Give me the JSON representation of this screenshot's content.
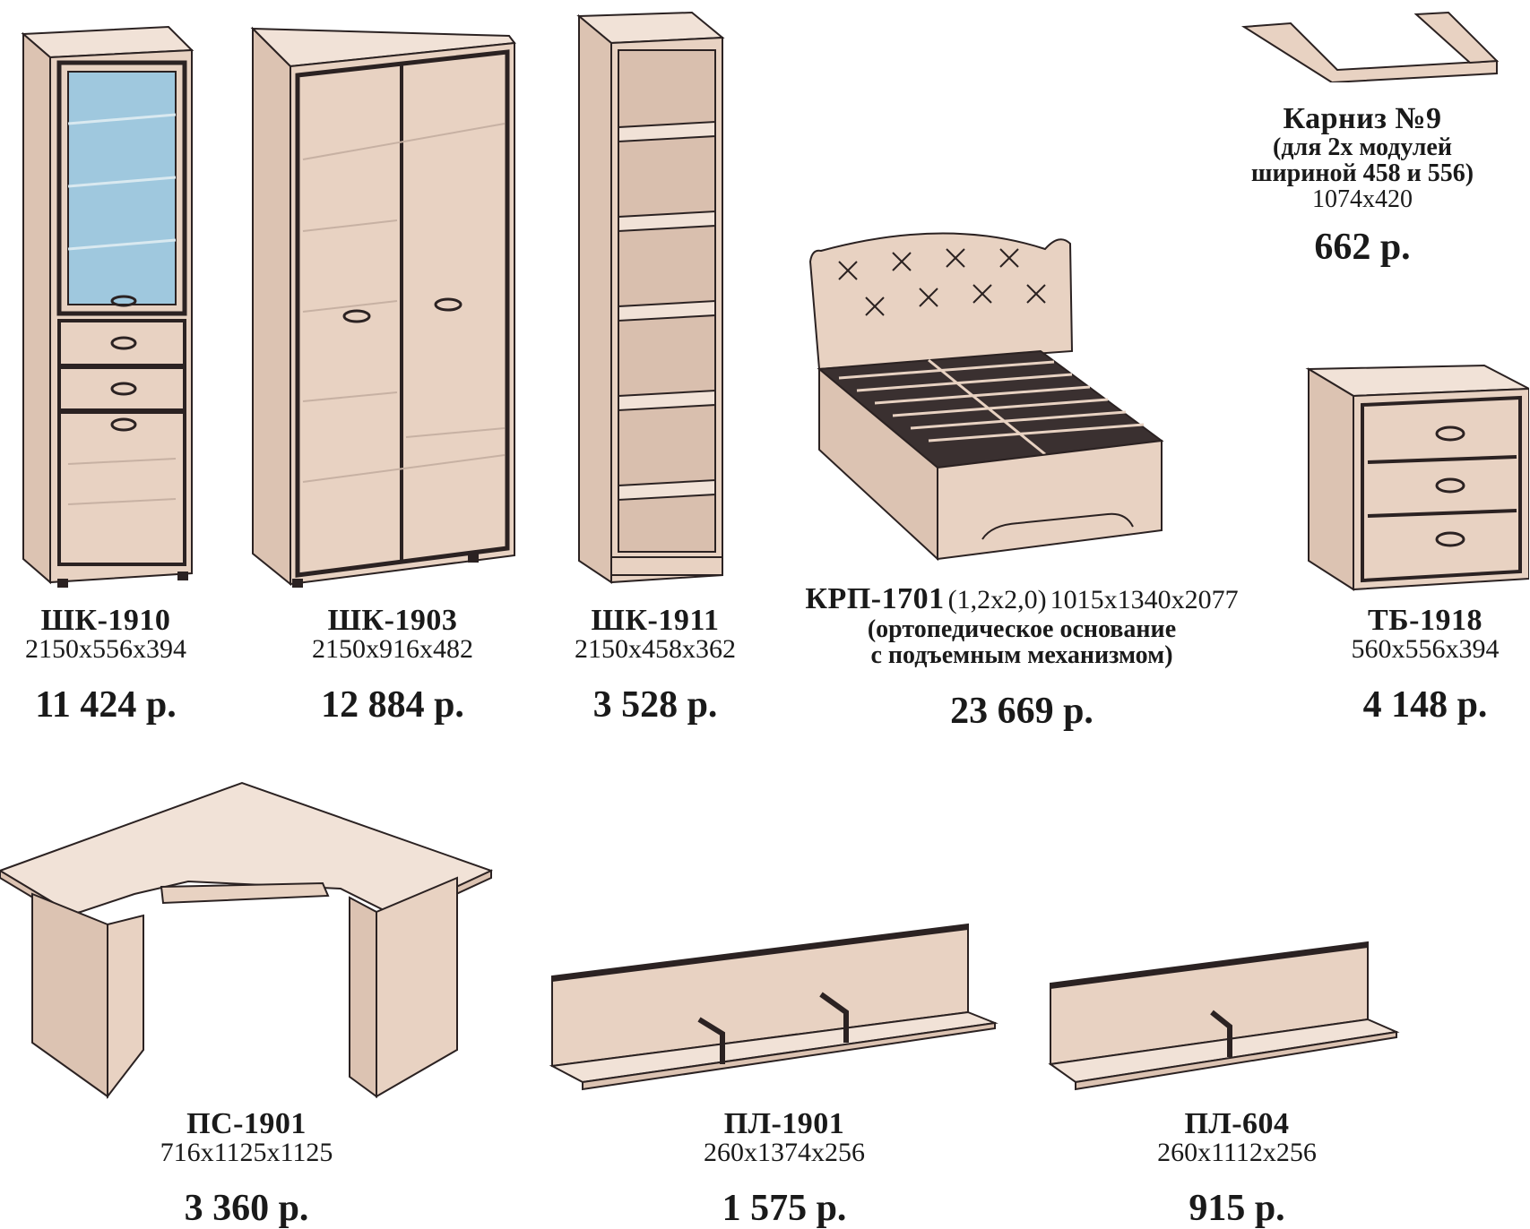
{
  "items": [
    {
      "code": "ШК-1910",
      "dims": "2150х556х394",
      "price": "11 424 р."
    },
    {
      "code": "ШК-1903",
      "dims": "2150х916х482",
      "price": "12 884 р."
    },
    {
      "code": "ШК-1911",
      "dims": "2150х458х362",
      "price": "3 528 р."
    },
    {
      "code": "КРП-1701",
      "size": "(1,2х2,0)",
      "dims": "1015х1340х2077",
      "note1": "(ортопедическое основание",
      "note2": "с подъемным механизмом)",
      "price": "23 669 р."
    },
    {
      "code": "ТБ-1918",
      "dims": "560х556х394",
      "price": "4 148 р."
    },
    {
      "code": "Карниз №9",
      "note1": "(для 2х модулей",
      "note2": "шириной 458 и 556)",
      "dims": "1074х420",
      "price": "662 р."
    },
    {
      "code": "ПС-1901",
      "dims": "716х1125х1125",
      "price": "3 360 р."
    },
    {
      "code": "ПЛ-1901",
      "dims": "260х1374х256",
      "price": "1 575 р."
    },
    {
      "code": "ПЛ-604",
      "dims": "260х1112х256",
      "price": "915 р."
    }
  ],
  "colors": {
    "wood": "#e8d2c2",
    "wood_dark": "#d9bfae",
    "edge": "#2b2222",
    "glass": "#9fc8de"
  }
}
